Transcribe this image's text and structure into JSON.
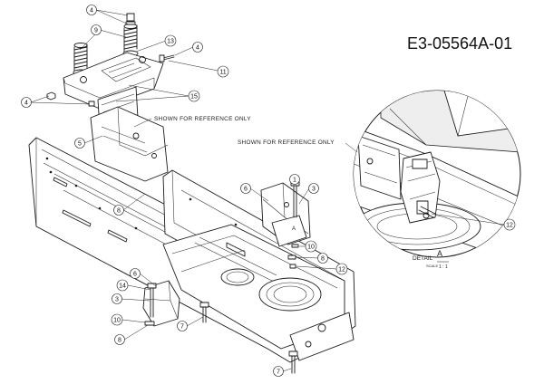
{
  "part_number": "E3-05564A-01",
  "notes": {
    "reference_main": "SHOWN FOR REFERENCE ONLY",
    "reference_detail": "SHOWN FOR REFERENCE ONLY"
  },
  "detail": {
    "label": "DETAIL",
    "letter": "A",
    "scale_label": "SCALE",
    "scale_value": "1 : 1",
    "section_marker": "A"
  },
  "callouts": [
    {
      "id": "c4a",
      "text": "4"
    },
    {
      "id": "c9",
      "text": "9"
    },
    {
      "id": "c13",
      "text": "13"
    },
    {
      "id": "c4b",
      "text": "4"
    },
    {
      "id": "c11",
      "text": "11"
    },
    {
      "id": "c15",
      "text": "15"
    },
    {
      "id": "c4c",
      "text": "4"
    },
    {
      "id": "c5",
      "text": "5"
    },
    {
      "id": "c8a",
      "text": "8"
    },
    {
      "id": "c6a",
      "text": "6"
    },
    {
      "id": "c1",
      "text": "1"
    },
    {
      "id": "c3a",
      "text": "3"
    },
    {
      "id": "c10a",
      "text": "10"
    },
    {
      "id": "c8b",
      "text": "8"
    },
    {
      "id": "c12a",
      "text": "12"
    },
    {
      "id": "c6b",
      "text": "6"
    },
    {
      "id": "c14",
      "text": "14"
    },
    {
      "id": "c3b",
      "text": "3"
    },
    {
      "id": "c10b",
      "text": "10"
    },
    {
      "id": "c8c",
      "text": "8"
    },
    {
      "id": "c7a",
      "text": "7"
    },
    {
      "id": "c7b",
      "text": "7"
    },
    {
      "id": "c12b",
      "text": "12"
    }
  ]
}
